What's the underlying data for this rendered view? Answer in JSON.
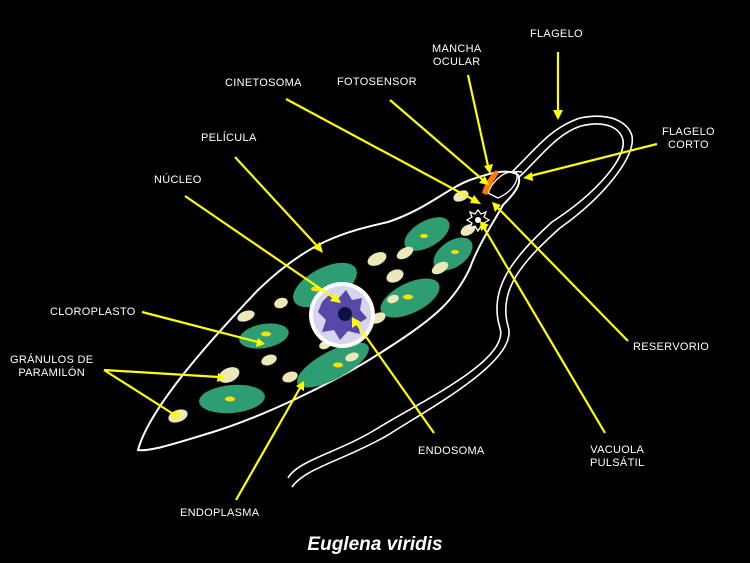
{
  "title": "Euglena viridis",
  "colors": {
    "background": "#000000",
    "pointer": "#ffff00",
    "outline": "#ffffff",
    "chloroplast": "#2e9e72",
    "pyrenoid": "#ffe000",
    "paramylon": "#ece8b8",
    "nucleus": "#5548a8",
    "endosome": "#101040",
    "eyespot": "#ff7a00"
  },
  "labels": {
    "flagelo": "FLAGELO",
    "mancha_1": "MANCHA",
    "mancha_2": "OCULAR",
    "cinetosoma": "CINETOSOMA",
    "fotosensor": "FOTOSENSOR",
    "flagelo_corto_1": "FLAGELO",
    "flagelo_corto_2": "CORTO",
    "pelicula": "PELÍCULA",
    "nucleo": "NÚCLEO",
    "cloroplasto": "CLOROPLASTO",
    "granulos_1": "GRÁNULOS DE",
    "granulos_2": "PARAMILÓN",
    "reservorio": "RESERVORIO",
    "endosoma": "ENDOSOMA",
    "vacuola_1": "VACUOLA",
    "vacuola_2": "PULSÁTIL",
    "endoplasma": "ENDOPLASMA"
  }
}
